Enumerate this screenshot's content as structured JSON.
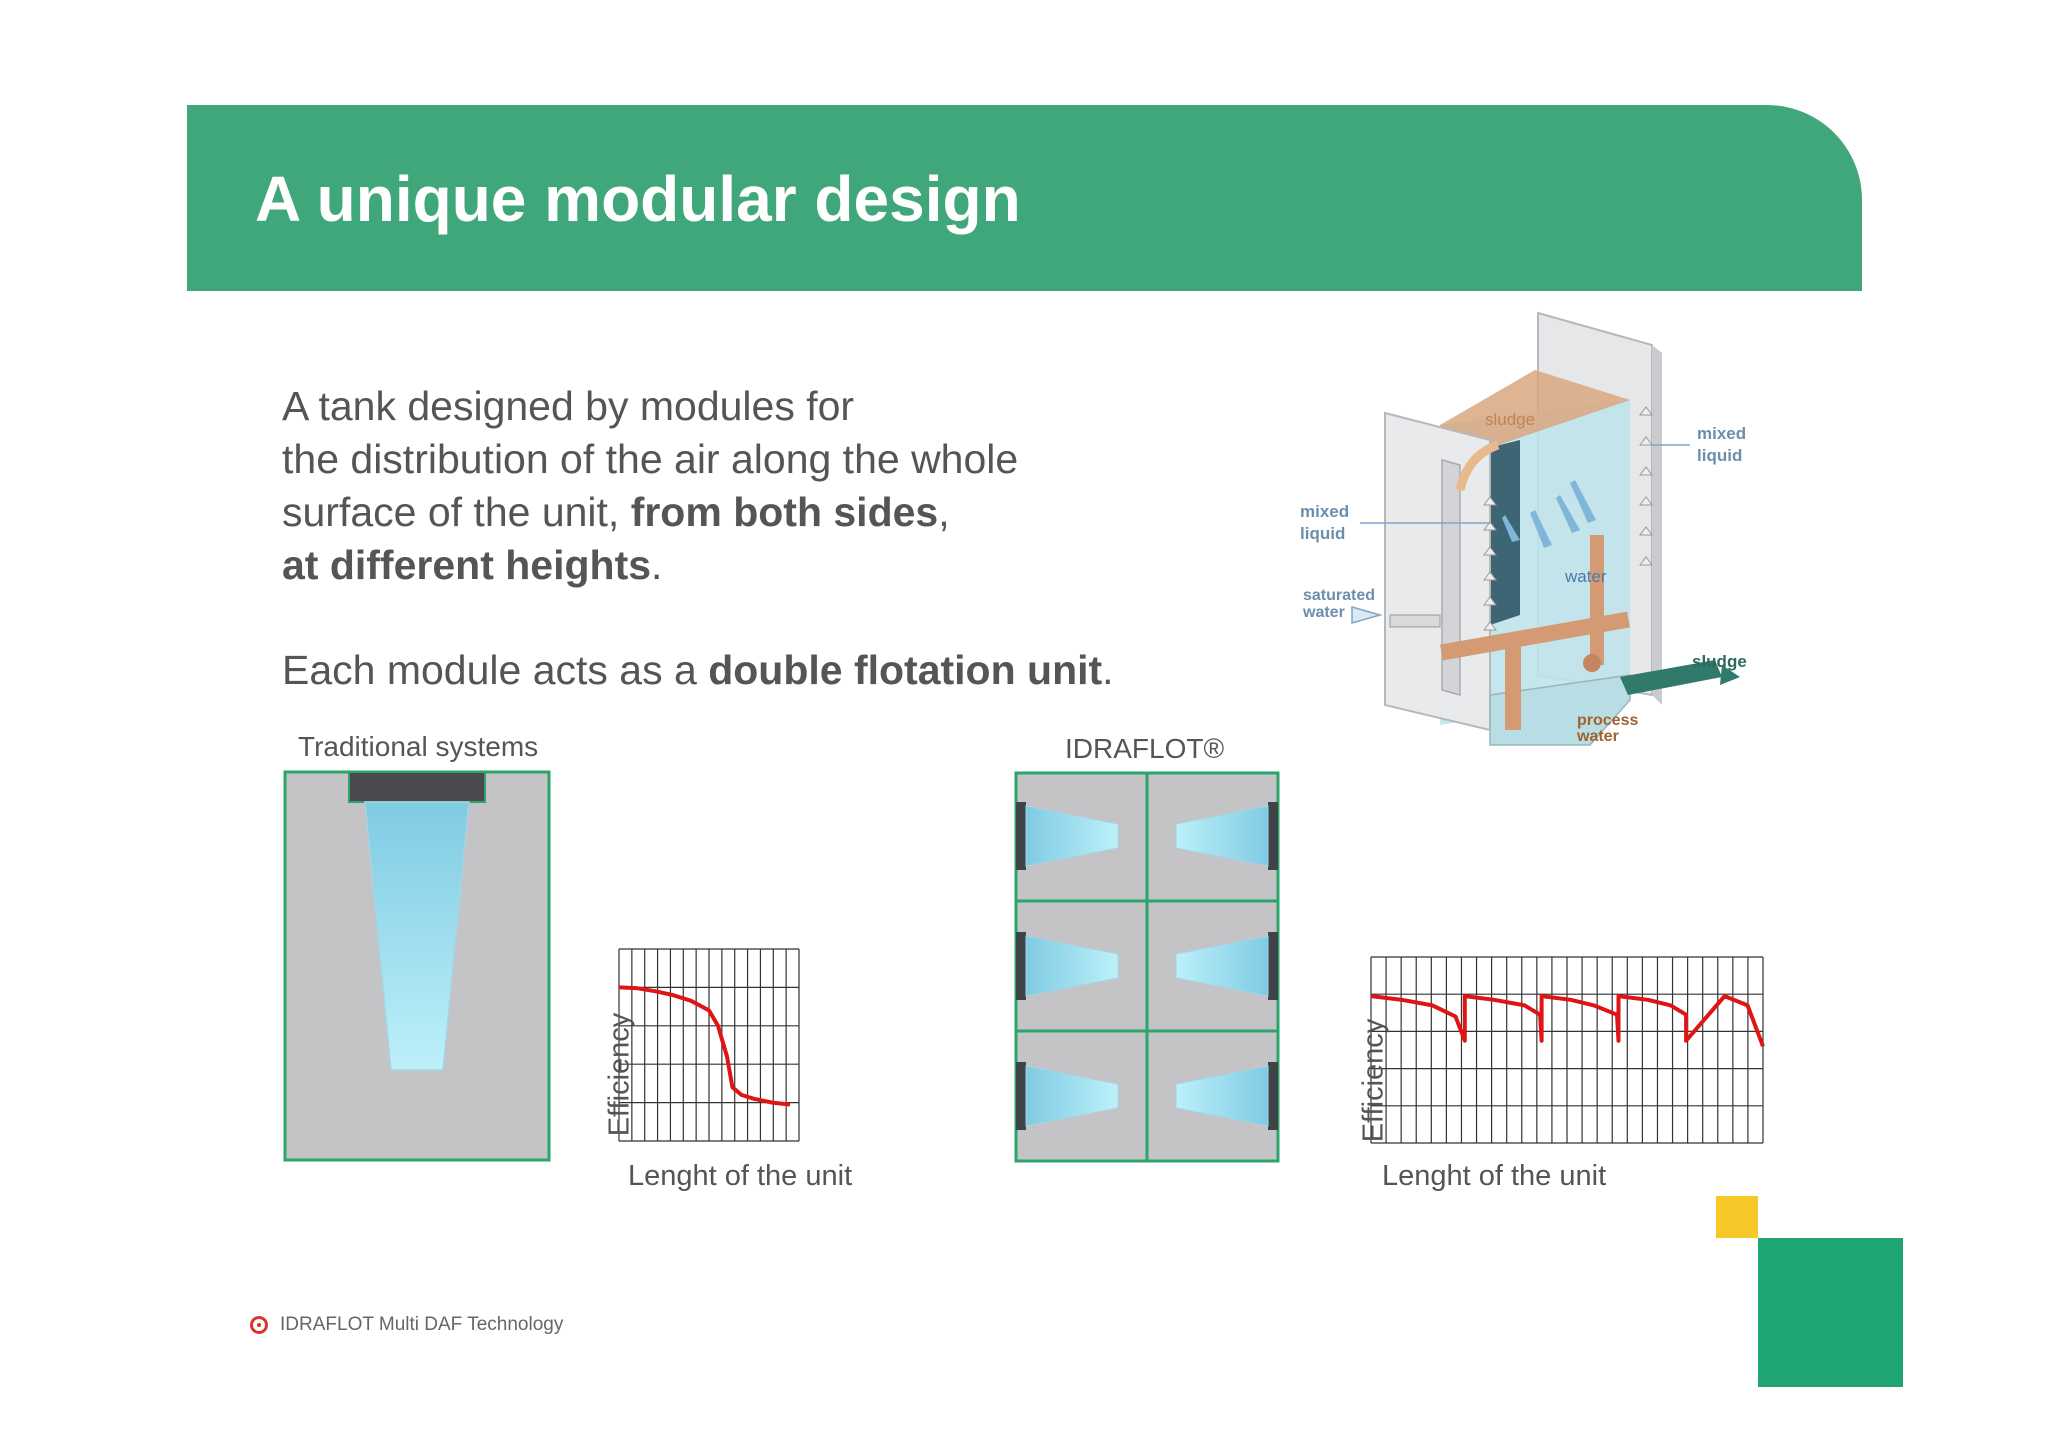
{
  "slide": {
    "title": "A unique modular design",
    "intro": {
      "line1": "A tank designed by modules for",
      "line2": "the distribution of the air along the whole",
      "line3_pre": "surface of the unit, ",
      "line3_bold": "from both sides",
      "line3_post": ",",
      "line4_bold": "at different heights",
      "line4_post": "."
    },
    "module": {
      "pre": "Each module acts as a ",
      "bold": "double flotation unit",
      "post": "."
    }
  },
  "tank_diagram": {
    "labels": {
      "sludge_top": "sludge",
      "mixed_liquid_right": [
        "mixed",
        "liquid"
      ],
      "mixed_liquid_left": [
        "mixed",
        "liquid"
      ],
      "water": "water",
      "saturated_water": [
        "saturated",
        "water"
      ],
      "sludge_out": "sludge",
      "process_water": [
        "process",
        "water"
      ]
    }
  },
  "traditional": {
    "title": "Traditional systems",
    "chart": {
      "ylabel": "Efficiency",
      "xlabel": "Lenght of the unit"
    }
  },
  "idraflot": {
    "title": "IDRAFLOT®",
    "chart": {
      "ylabel": "Efficiency",
      "xlabel": "Lenght of the unit"
    }
  },
  "chart_data": [
    {
      "type": "line",
      "xlabel": "Lenght of the unit",
      "ylabel": "Efficiency",
      "grid": true,
      "series": [
        {
          "x": [
            0,
            1,
            2,
            3,
            4,
            5,
            5.5,
            6,
            6.3,
            6.8,
            7.5,
            8.5,
            9.5
          ],
          "y": [
            4,
            3.98,
            3.9,
            3.8,
            3.65,
            3.4,
            3.0,
            2.2,
            1.4,
            1.2,
            1.1,
            1.0,
            0.95
          ]
        }
      ],
      "xlim": [
        0,
        10
      ],
      "ylim": [
        0,
        5
      ]
    },
    {
      "type": "line",
      "xlabel": "Lenght of the unit",
      "ylabel": "Efficiency",
      "grid": true,
      "series": [
        {
          "x": [
            0,
            2,
            4,
            5.5,
            6.1,
            6.1,
            8,
            10,
            11,
            11.1,
            11.1,
            13,
            14.5,
            16,
            16.1,
            16.1,
            18,
            19.5,
            20.5,
            20.5,
            23,
            24.5,
            25.5
          ],
          "y": [
            3.95,
            3.85,
            3.7,
            3.4,
            2.75,
            3.95,
            3.85,
            3.7,
            3.45,
            2.75,
            3.95,
            3.85,
            3.7,
            3.45,
            2.75,
            3.95,
            3.85,
            3.7,
            3.45,
            2.75,
            3.95,
            3.7,
            2.6
          ]
        }
      ],
      "xlim": [
        0,
        25.5
      ],
      "ylim": [
        0,
        5
      ]
    }
  ],
  "footer": {
    "text": "IDRAFLOT Multi DAF Technology"
  },
  "colors": {
    "banner": "#40a77a",
    "chart_line": "#e01414",
    "deco_yellow": "#f6c828",
    "deco_green": "#1fa674"
  }
}
